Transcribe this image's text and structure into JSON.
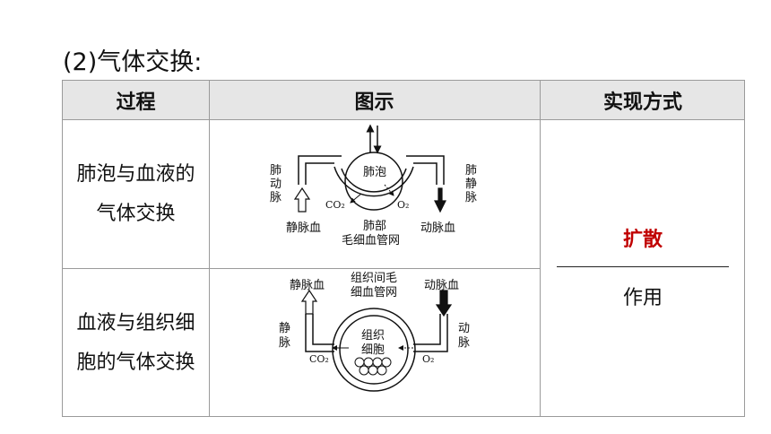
{
  "heading": "(2)气体交换:",
  "table": {
    "headers": [
      "过程",
      "图示",
      "实现方式"
    ],
    "rows": [
      {
        "process_line1": "肺泡与血液的",
        "process_line2": "气体交换"
      },
      {
        "process_line1": "血液与组织细",
        "process_line2": "胞的气体交换"
      }
    ],
    "method_highlight": "扩散",
    "method_suffix": "作用"
  },
  "diagram1": {
    "pulmonary_artery": [
      "肺",
      "动",
      "脉"
    ],
    "pulmonary_vein": [
      "肺",
      "静",
      "脉"
    ],
    "alveolus": "肺泡",
    "co2": "CO₂",
    "o2": "O₂",
    "venous_blood": "静脉血",
    "arterial_blood": "动脉血",
    "capillary_line1": "肺部",
    "capillary_line2": "毛细血管网"
  },
  "diagram2": {
    "venous_blood": "静脉血",
    "arterial_blood": "动脉血",
    "capillary_line1": "组织间毛",
    "capillary_line2": "细血管网",
    "vein": [
      "静",
      "脉"
    ],
    "artery": [
      "动",
      "脉"
    ],
    "cell_line1": "组织",
    "cell_line2": "细胞",
    "co2": "CO₂",
    "o2": "O₂"
  }
}
